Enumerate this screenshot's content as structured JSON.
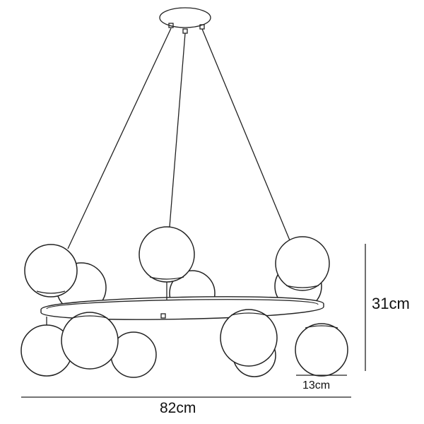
{
  "dimensions": {
    "width_label": "82cm",
    "height_label": "31cm",
    "globe_diameter_label": "13cm"
  }
}
